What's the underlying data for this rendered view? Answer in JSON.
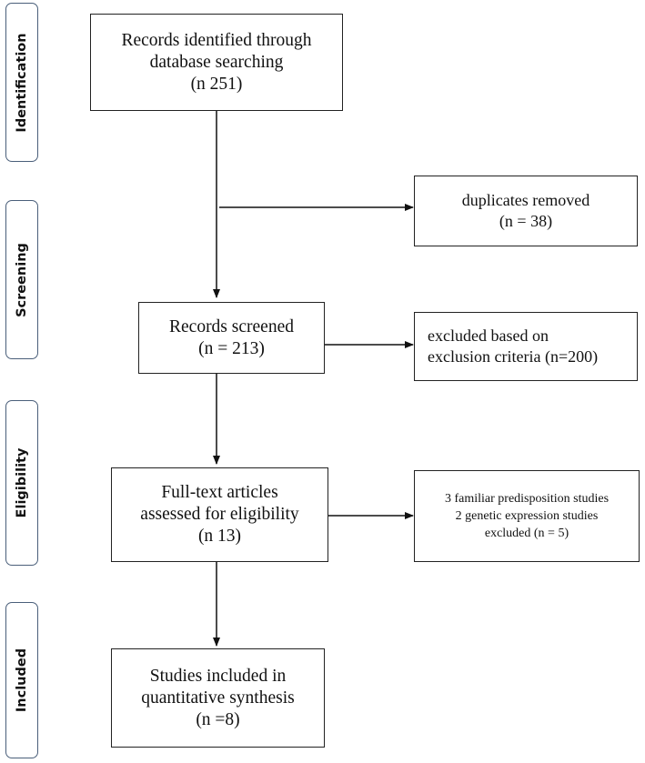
{
  "stages": [
    {
      "id": "identification",
      "label": "Identification"
    },
    {
      "id": "screening",
      "label": "Screening"
    },
    {
      "id": "eligibility",
      "label": "Eligibility"
    },
    {
      "id": "included",
      "label": "Included"
    }
  ],
  "boxes": {
    "records_identified": {
      "lines": [
        "Records identified through",
        "database searching",
        "(n 251)"
      ]
    },
    "duplicates_removed": {
      "lines": [
        "duplicates removed",
        "(n = 38)"
      ]
    },
    "records_screened": {
      "lines": [
        "Records screened",
        "(n = 213)"
      ]
    },
    "excluded_criteria": {
      "lines": [
        "excluded based on",
        "exclusion criteria (n=200)"
      ]
    },
    "full_text": {
      "lines": [
        "Full-text articles",
        "assessed for eligibility",
        "(n 13)"
      ]
    },
    "excluded_studies": {
      "lines": [
        "3 familiar predisposition studies",
        "2 genetic expression studies",
        "excluded (n = 5)"
      ]
    },
    "included_studies": {
      "lines": [
        "Studies included in",
        "quantitative synthesis",
        "(n =8)"
      ]
    }
  }
}
